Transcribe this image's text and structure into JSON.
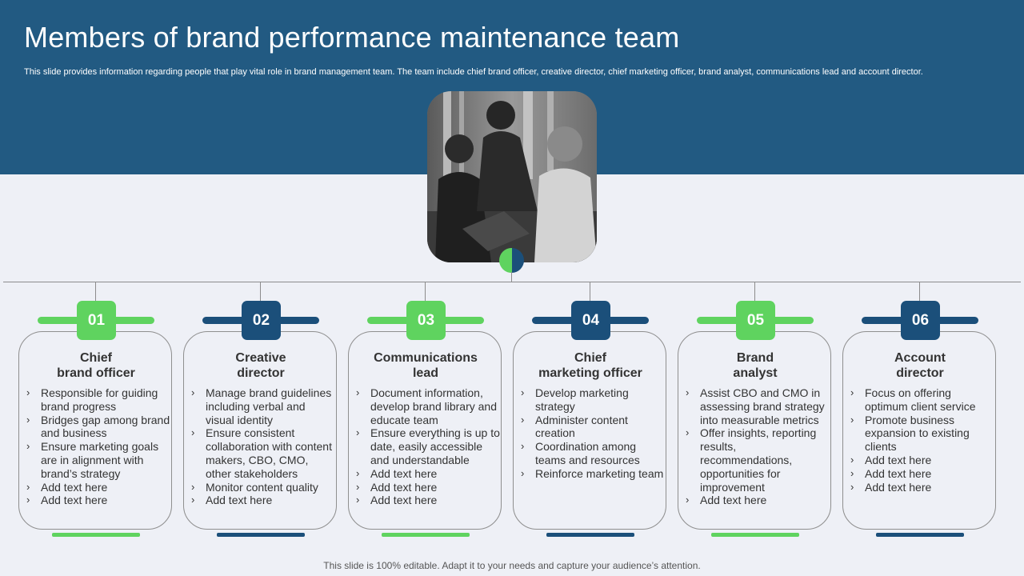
{
  "header": {
    "title": "Members of brand performance maintenance team",
    "subtitle": "This slide provides information regarding people that play vital role in brand management team. The team include chief brand officer, creative director, chief marketing officer, brand analyst, communications lead and account director."
  },
  "colors": {
    "header_bg": "#225a82",
    "green": "#5fd35f",
    "navy": "#1b4f7a",
    "background": "#eef0f6"
  },
  "members": [
    {
      "number": "01",
      "title_lines": [
        "Chief",
        "brand officer"
      ],
      "points": [
        "Responsible for guiding brand progress",
        "Bridges gap among brand and business",
        "Ensure marketing goals are in alignment with brand’s strategy",
        "Add text here",
        "Add text here"
      ]
    },
    {
      "number": "02",
      "title_lines": [
        "Creative",
        "director"
      ],
      "points": [
        "Manage brand guidelines including verbal and visual identity",
        "Ensure consistent collaboration with content makers, CBO, CMO, other stakeholders",
        "Monitor content quality",
        "Add text here"
      ]
    },
    {
      "number": "03",
      "title_lines": [
        "Communications",
        "lead"
      ],
      "points": [
        "Document information, develop brand library and educate team",
        "Ensure everything is up to date, easily accessible and understandable",
        "Add text here",
        "Add text here",
        "Add text here"
      ]
    },
    {
      "number": "04",
      "title_lines": [
        "Chief",
        "marketing officer"
      ],
      "points": [
        "Develop marketing strategy",
        "Administer content creation",
        "Coordination among teams and resources",
        "Reinforce marketing team"
      ]
    },
    {
      "number": "05",
      "title_lines": [
        "Brand",
        "analyst"
      ],
      "points": [
        "Assist CBO and CMO in assessing brand strategy into measurable metrics",
        "Offer insights, reporting results, recommendations, opportunities for improvement",
        "Add text here"
      ]
    },
    {
      "number": "06",
      "title_lines": [
        "Account",
        "director"
      ],
      "points": [
        "Focus on offering optimum client service",
        "Promote business expansion to existing clients",
        "Add text here",
        "Add text here",
        "Add text here"
      ]
    }
  ],
  "footer": {
    "text": "This slide is 100% editable. Adapt it to your needs and capture your audience’s attention."
  }
}
